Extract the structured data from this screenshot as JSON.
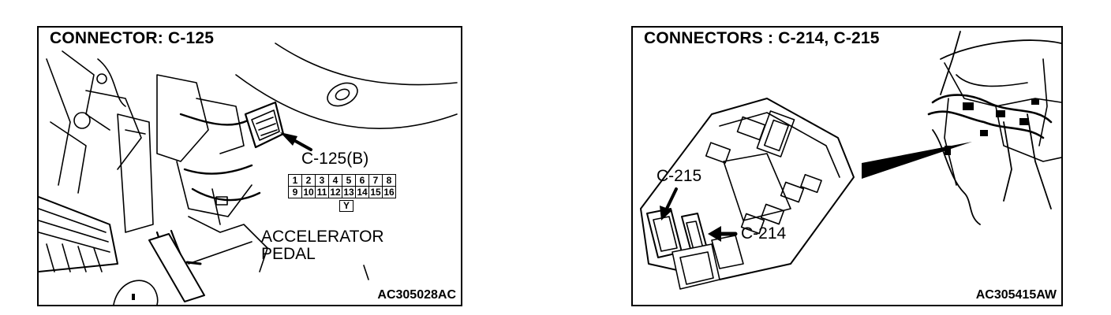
{
  "left_panel": {
    "title": "CONNECTOR: C-125",
    "connector_label": "C-125(B)",
    "pins_top": [
      "1",
      "2",
      "3",
      "4",
      "5",
      "6",
      "7",
      "8"
    ],
    "pins_bottom": [
      "9",
      "10",
      "11",
      "12",
      "13",
      "14",
      "15",
      "16"
    ],
    "pin_marker": "Y",
    "part_label_line1": "ACCELERATOR",
    "part_label_line2": "PEDAL",
    "figure_code": "AC305028AC"
  },
  "right_panel": {
    "title": "CONNECTORS : C-214, C-215",
    "callout_c215": "C-215",
    "callout_c214": "C-214",
    "figure_code": "AC305415AW"
  }
}
